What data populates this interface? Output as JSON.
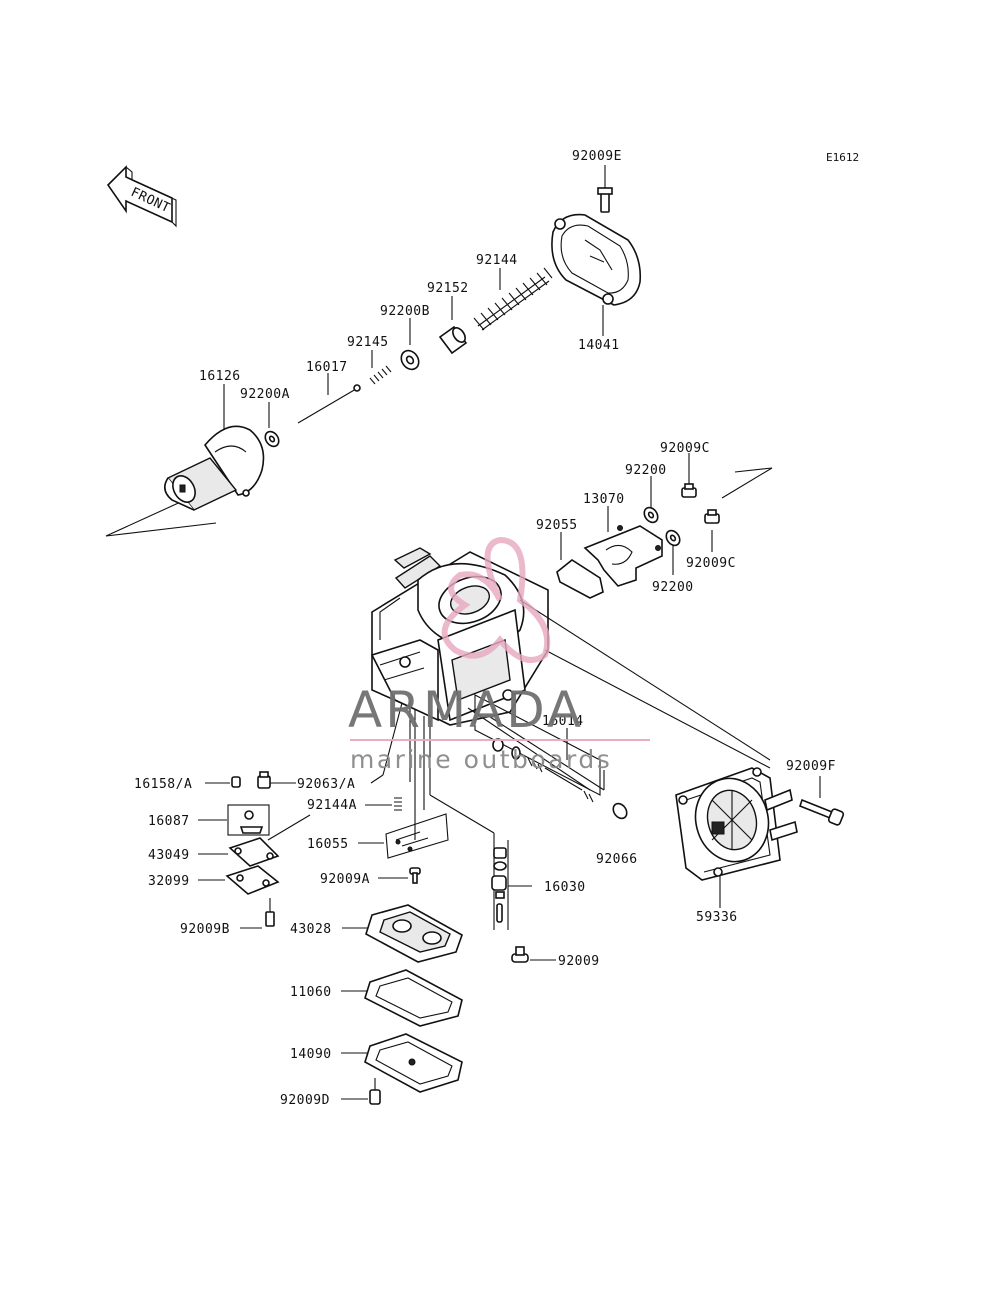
{
  "diagram_code": "E1612",
  "front_label": "FRONT",
  "watermark": {
    "brand": "ARMADA",
    "tagline": "marine outboards",
    "brand_color": "#707070",
    "accent_color": "#e8a8c0"
  },
  "labels": {
    "p92009E": "92009E",
    "p92144": "92144",
    "p92152": "92152",
    "p92200B": "92200B",
    "p92145": "92145",
    "p16017": "16017",
    "p16126": "16126",
    "p92200A": "92200A",
    "p14041": "14041",
    "p92009C_top": "92009C",
    "p92200_top": "92200",
    "p13070": "13070",
    "p92055": "92055",
    "p92009C_bottom": "92009C",
    "p92200_bottom": "92200",
    "p16014": "16014",
    "p92009F": "92009F",
    "p16158": "16158/A",
    "p92063": "92063/A",
    "p92144A": "92144A",
    "p16087": "16087",
    "p16055": "16055",
    "p43049": "43049",
    "p92009A": "92009A",
    "p32099": "32099",
    "p16030": "16030",
    "p92066": "92066",
    "p59336": "59336",
    "p92009B": "92009B",
    "p43028": "43028",
    "p92009": "92009",
    "p11060": "11060",
    "p14090": "14090",
    "p92009D": "92009D"
  }
}
